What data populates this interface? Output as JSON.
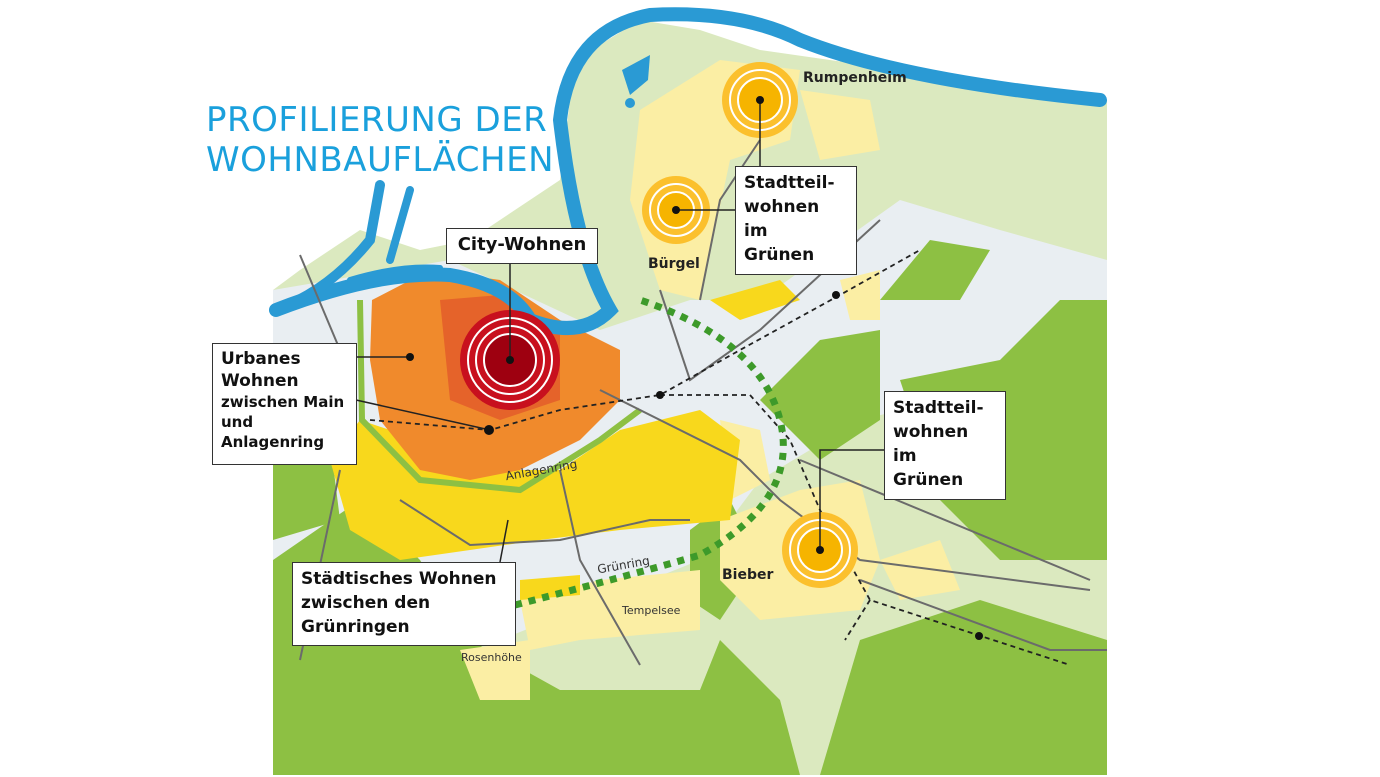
{
  "title": {
    "line1": "PROFILIERUNG DER",
    "line2": "WOHNBAUFLÄCHEN"
  },
  "labels": {
    "city_wohnen": "City-Wohnen",
    "urbanes": {
      "l1": "Urbanes",
      "l2": "Wohnen",
      "l3": "zwischen Main",
      "l4": "und",
      "l5": "Anlagenring"
    },
    "staedtisches": {
      "l1": "Städtisches Wohnen",
      "l2": "zwischen den",
      "l3": "Grünringen"
    },
    "stadtteil_north": {
      "l1": "Stadtteil-",
      "l2": "wohnen",
      "l3": "im",
      "l4": "Grünen"
    },
    "stadtteil_east": {
      "l1": "Stadtteil-",
      "l2": "wohnen",
      "l3": "im",
      "l4": "Grünen"
    }
  },
  "places": {
    "rumpenheim": "Rumpenheim",
    "buergel": "Bürgel",
    "bieber": "Bieber",
    "anlagenring": "Anlagenring",
    "gruenring": "Grünring",
    "tempelsee": "Tempelsee",
    "rosenhoehe": "Rosenhöhe"
  },
  "colors": {
    "river": "#2a9ad4",
    "forest": "#8dc043",
    "light_green": "#dbe9bf",
    "city": "#b8000f",
    "urban": "#f08a2c",
    "urban_city": "#e5632a",
    "stadt": "#f8d81c",
    "suburb": "#fbeea4",
    "title": "#1aa0dc"
  }
}
